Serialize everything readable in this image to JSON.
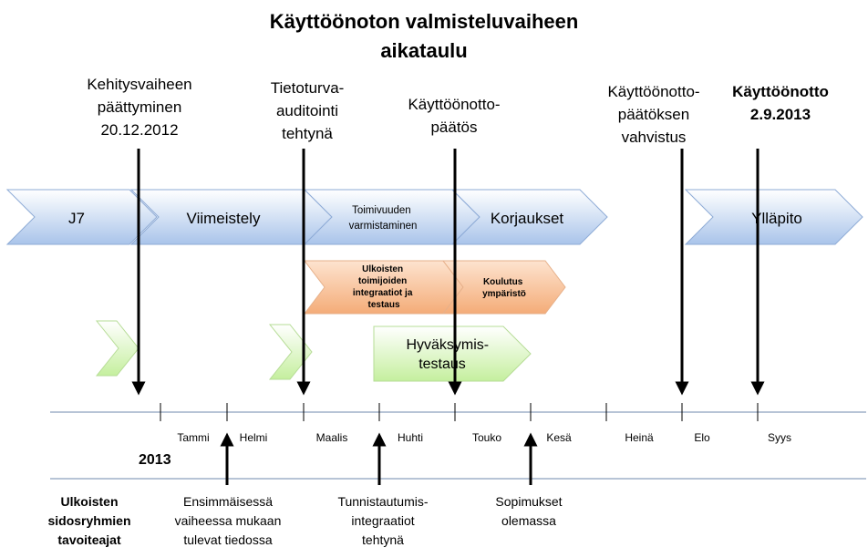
{
  "title_line1": "Käyttöönoton valmisteluvaiheen",
  "title_line2": "aikataulu",
  "milestones": [
    {
      "lines": [
        "Kehitysvaiheen",
        "päättyminen",
        "20.12.2012"
      ],
      "bold": false
    },
    {
      "lines": [
        "Tietoturva-",
        "auditointi",
        "tehtynä"
      ],
      "bold": false
    },
    {
      "lines": [
        "Käyttöönotto-",
        "päätös"
      ],
      "bold": false
    },
    {
      "lines": [
        "Käyttöönotto-",
        "päätöksen",
        "vahvistus"
      ],
      "bold": false
    },
    {
      "lines": [
        "Käyttöönotto",
        "2.9.2013"
      ],
      "bold": true
    }
  ],
  "phases": [
    {
      "lines": [
        "J7"
      ]
    },
    {
      "lines": [
        "Viimeistely"
      ]
    },
    {
      "lines": [
        "Toimivuuden",
        "varmistaminen"
      ]
    },
    {
      "lines": [
        "Korjaukset"
      ]
    },
    {
      "lines": [
        "Ylläpito"
      ]
    }
  ],
  "orange_tasks": [
    {
      "lines": [
        "Ulkoisten",
        "toimijoiden",
        "integraatiot ja",
        "testaus"
      ]
    },
    {
      "lines": [
        "Koulutus",
        "ympäristö"
      ]
    }
  ],
  "green_task": {
    "lines": [
      "Hyväksymis-",
      "testaus"
    ]
  },
  "months": [
    "Tammi",
    "Helmi",
    "Maalis",
    "Huhti",
    "Touko",
    "Kesä",
    "Heinä",
    "Elo",
    "Syys"
  ],
  "year": "2013",
  "stakeholder_title": [
    "Ulkoisten",
    "sidosryhmien",
    "tavoiteajat"
  ],
  "stakeholder_items": [
    {
      "lines": [
        "Ensimmäisessä",
        "vaiheessa mukaan",
        "tulevat tiedossa"
      ]
    },
    {
      "lines": [
        "Tunnistautumis-",
        "integraatiot",
        "tehtynä"
      ]
    },
    {
      "lines": [
        "Sopimukset",
        "olemassa"
      ]
    }
  ],
  "colors": {
    "blue_light": "#ffffff",
    "blue_dark": "#a9c4ea",
    "blue_stroke": "#8eabd6",
    "orange_light": "#fde3cf",
    "orange_dark": "#f4ac78",
    "orange_stroke": "#e6b08a",
    "green_light": "#ffffff",
    "green_dark": "#c5ef9e",
    "green_stroke": "#b6dc96",
    "axis": "#6f8aae"
  }
}
